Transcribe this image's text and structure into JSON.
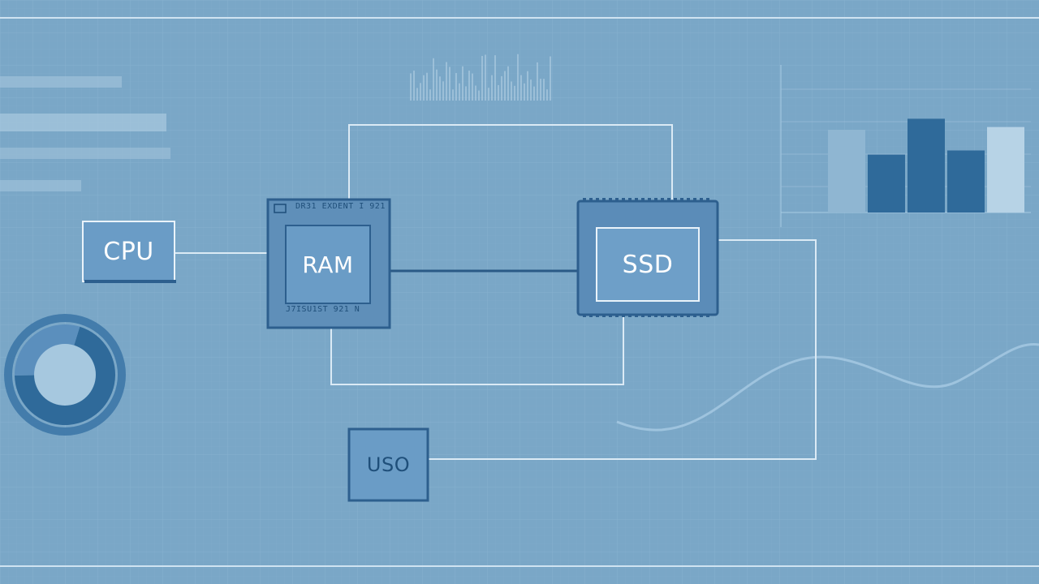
{
  "diagram": {
    "nodes": {
      "cpu": {
        "label": "CPU"
      },
      "ram": {
        "label": "RAM",
        "top_text": "DR31 EXDENT I 921",
        "bottom_text": "J7ISU1ST 921 N"
      },
      "ssd": {
        "label": "SSD"
      },
      "uso": {
        "label": "USO"
      }
    },
    "edges": [
      {
        "from": "cpu",
        "to": "ram"
      },
      {
        "from": "ram",
        "to": "ssd"
      },
      {
        "from": "ram",
        "to": "ssd",
        "route": "over-top"
      },
      {
        "from": "ram",
        "to": "ssd",
        "route": "under-bottom"
      },
      {
        "from": "ssd",
        "to": "uso",
        "route": "right-side"
      }
    ]
  },
  "colors": {
    "background": "#7aa7c7",
    "node_fill": "#5f8fb9",
    "node_border": "#2d5f8e",
    "line_light": "#dbeaf5",
    "line_dark": "#2a5a86",
    "accent_dark": "#2f6a9a"
  },
  "chart_data": [
    {
      "type": "bar",
      "categories": [
        "",
        "",
        "",
        "",
        ""
      ],
      "values": [
        60,
        42,
        68,
        45,
        62
      ]
    },
    {
      "type": "pie",
      "values": [
        70,
        30
      ]
    }
  ]
}
